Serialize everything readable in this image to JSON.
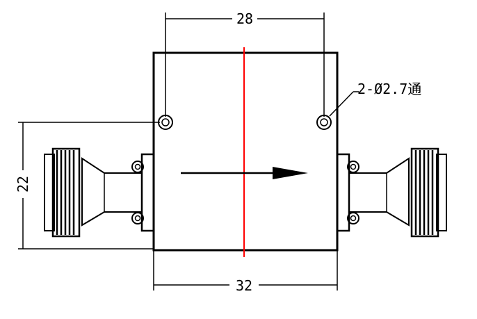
{
  "dimensions": {
    "hole_spacing": "28",
    "body_width": "32",
    "height": "22"
  },
  "callout": {
    "holes": "2-Ø2.7通"
  },
  "colors": {
    "outline": "#000000",
    "centerline": "#ff0000",
    "background": "#ffffff"
  }
}
